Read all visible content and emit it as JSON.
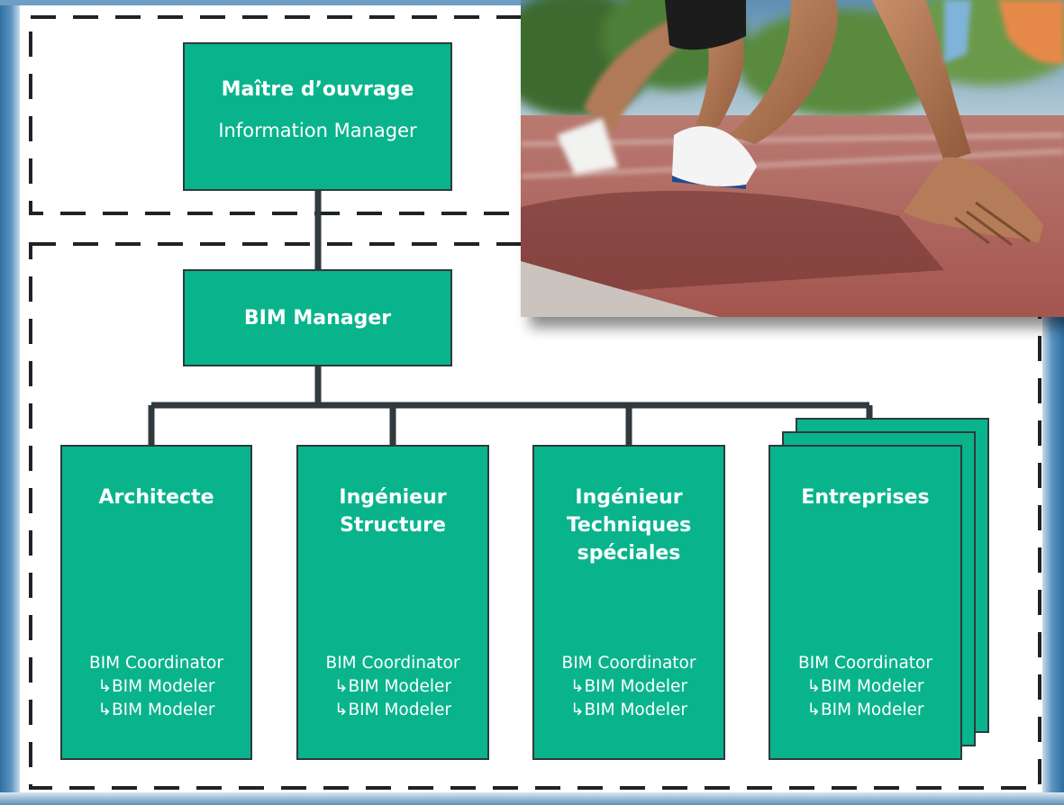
{
  "diagram": {
    "top_node": {
      "title": "Maître d’ouvrage",
      "subtitle": "Information Manager"
    },
    "middle_node": {
      "title": "BIM Manager"
    },
    "leaf_nodes": [
      {
        "title_lines": [
          "Architecte"
        ],
        "roles": [
          "BIM Coordinator",
          "↳BIM Modeler",
          "↳BIM Modeler"
        ]
      },
      {
        "title_lines": [
          "Ingénieur",
          "Structure"
        ],
        "roles": [
          "BIM Coordinator",
          "↳BIM Modeler",
          "↳BIM Modeler"
        ]
      },
      {
        "title_lines": [
          "Ingénieur",
          "Techniques",
          "spéciales"
        ],
        "roles": [
          "BIM Coordinator",
          "↳BIM Modeler",
          "↳BIM Modeler"
        ]
      },
      {
        "title_lines": [
          "Entreprises"
        ],
        "roles": [
          "BIM Coordinator",
          "↳BIM Modeler",
          "↳BIM Modeler"
        ]
      }
    ],
    "colors": {
      "node_fill": "#09b48c",
      "node_border": "#2f3a3d",
      "connector": "#2f3a3d",
      "dashed_border": "#1f2326"
    }
  },
  "photo": {
    "subject": "sprinters-at-starting-line"
  }
}
